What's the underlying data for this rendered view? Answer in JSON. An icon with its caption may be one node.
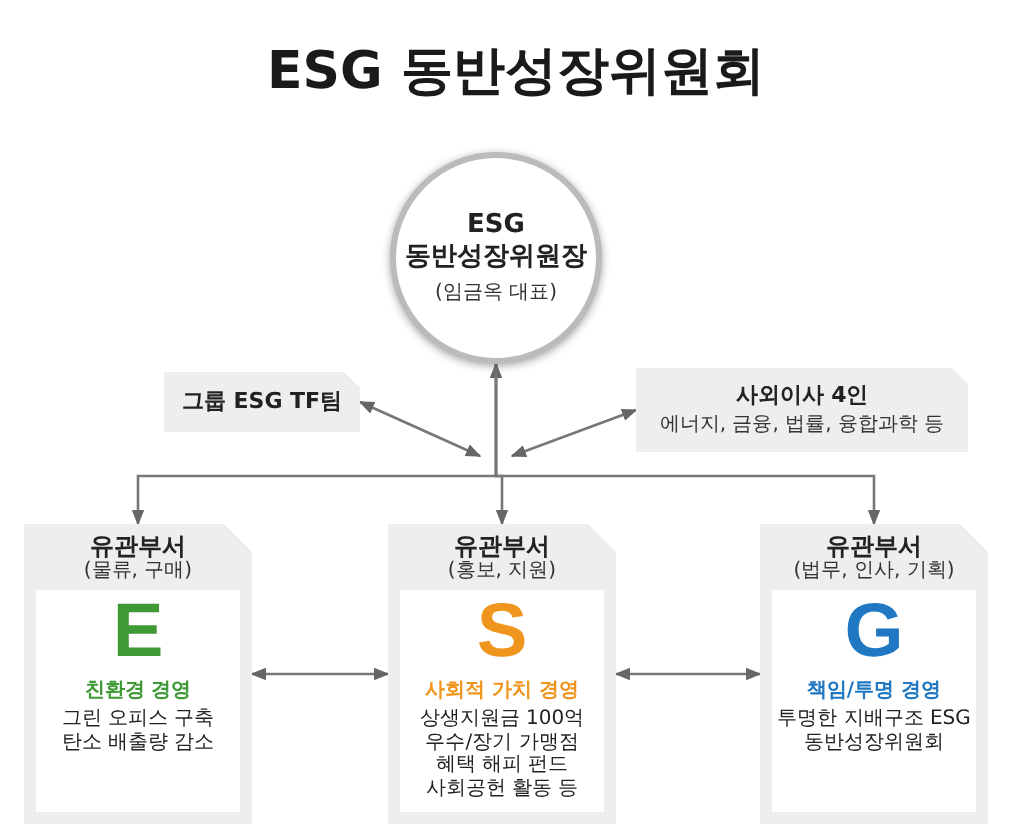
{
  "diagram": {
    "title": "ESG 동반성장위원회",
    "nodes": [
      {
        "text": [
          "ESG 동반성장위원장",
          "(임금옥 대표)"
        ]
      },
      {
        "text": [
          "그룹 ESG TF팀"
        ]
      },
      {
        "text": [
          "사외이사 4인",
          "에너지, 금융, 법률, 융합과학 등"
        ]
      },
      {
        "text": [
          "유관부서",
          "(물류, 구매)",
          "E",
          "친환경 경영",
          "그린 오피스 구축 탄소 배출량 감소"
        ]
      },
      {
        "text": [
          "유관부서",
          "(홍보, 지원)",
          "S",
          "사회적 가치 경영",
          "상생지원금 100억 우수/장기 가맹점 혜택 해피 펀드 사회공헌 활동 등"
        ]
      },
      {
        "text": [
          "유관부서",
          "(법무, 인사, 기획)",
          "G",
          "책임/투명 경영",
          "투명한 지배구조 ESG 동반성장위원회"
        ]
      }
    ],
    "edges": [
      {
        "from": 0,
        "to": 4,
        "arrow": "both"
      },
      {
        "from": 0,
        "to": 3,
        "arrow": "to"
      },
      {
        "from": 0,
        "to": 5,
        "arrow": "to"
      },
      {
        "from": 1,
        "to": null,
        "arrow": "both"
      },
      {
        "from": 2,
        "to": null,
        "arrow": "both"
      },
      {
        "from": 3,
        "to": 4,
        "arrow": "both"
      },
      {
        "from": 4,
        "to": 5,
        "arrow": "both"
      }
    ]
  }
}
